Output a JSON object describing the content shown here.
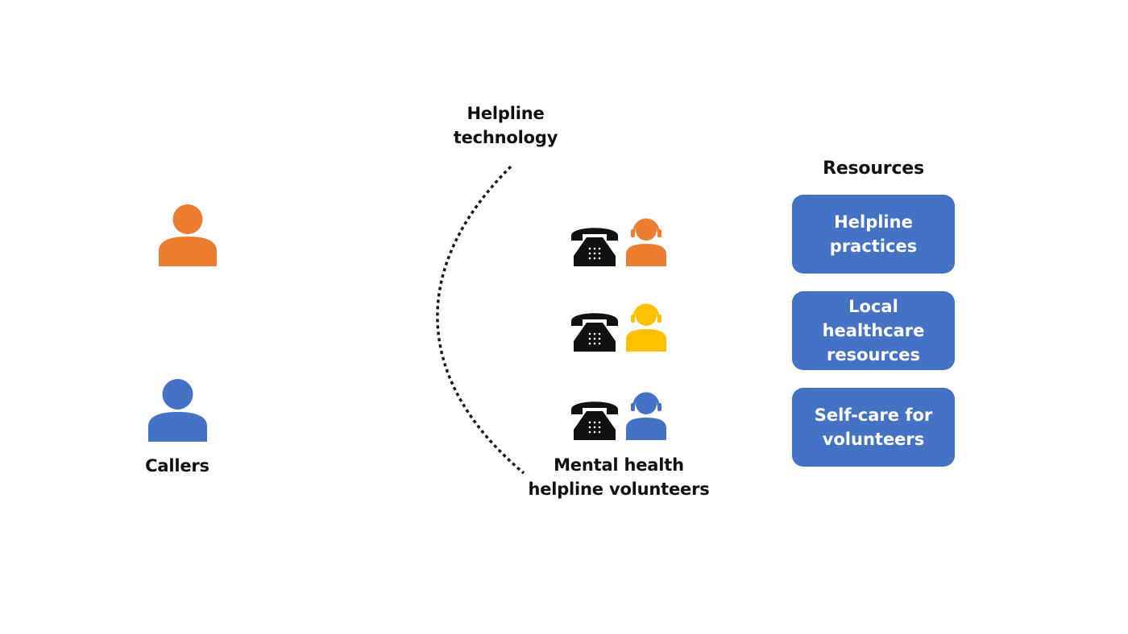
{
  "labels": {
    "callers": "Callers",
    "technology": [
      "Helpline",
      "technology"
    ],
    "volunteers": [
      "Mental health",
      "helpline volunteers"
    ],
    "resources_title": "Resources"
  },
  "callers": [
    {
      "icon": "person-icon",
      "color": "#ed7d31"
    },
    {
      "icon": "person-icon",
      "color": "#4472c4"
    }
  ],
  "volunteers": [
    {
      "phone_icon": "telephone-icon",
      "headset_icon": "headset-person-icon",
      "color": "#ed7d31"
    },
    {
      "phone_icon": "telephone-icon",
      "headset_icon": "headset-person-icon",
      "color": "#ffc000"
    },
    {
      "phone_icon": "telephone-icon",
      "headset_icon": "headset-person-icon",
      "color": "#4472c4"
    }
  ],
  "resources": [
    {
      "lines": [
        "Helpline",
        "practices"
      ]
    },
    {
      "lines": [
        "Local",
        "healthcare",
        "resources"
      ]
    },
    {
      "lines": [
        "Self-care for",
        "volunteers"
      ]
    }
  ],
  "colors": {
    "box_fill": "#4472c4",
    "box_text": "#ffffff",
    "arc": "#1a1a1a"
  }
}
